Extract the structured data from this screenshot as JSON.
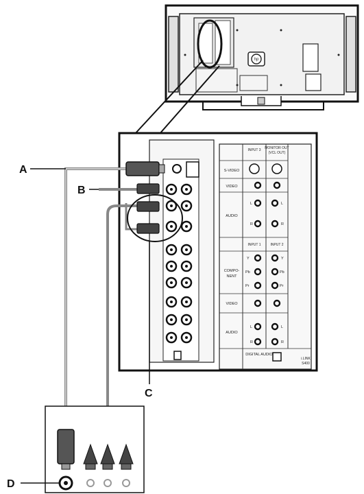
{
  "callouts": {
    "a": "A",
    "b": "B",
    "c": "C",
    "d": "D"
  },
  "panel": {
    "input3_header": "INPUT 3",
    "monitor_out_header": "MONITOR OUT",
    "monitor_out_sub": "(VCL OUT)",
    "svideo": "S-VIDEO",
    "video": "VIDEO",
    "audio": "AUDIO",
    "input1_header": "INPUT 1",
    "input2_header": "INPUT 2",
    "component_1": "COMPO-",
    "component_2": "NENT",
    "video2": "VIDEO",
    "audio2": "AUDIO",
    "digital_audio": "DIGITAL AUDIO",
    "l": "L",
    "r": "R",
    "y": "Y",
    "pb": "Pb",
    "pr": "Pr",
    "corner_1": "i.LINK",
    "corner_2": "S400"
  }
}
